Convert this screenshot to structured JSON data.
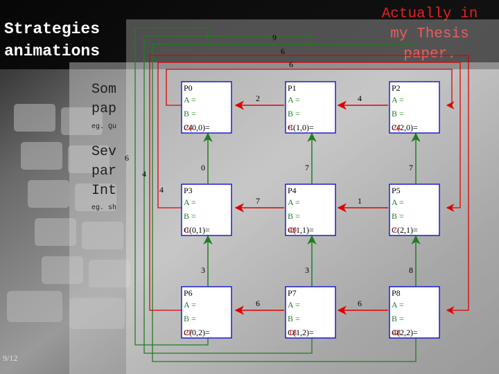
{
  "slide": {
    "title": "Strategies\nanimations",
    "annotation": "Actually in\nmy Thesis\npaper.",
    "bullet1": "Som\npap",
    "eg1": "eg. Qu",
    "bullet2": "Sev\npar\nInt",
    "eg2": "eg. sh",
    "page_number": "9/12"
  },
  "colors": {
    "green": "#1f7d1f",
    "red": "#e00000",
    "blue": "#0000cc",
    "box_fill": "#ffffff",
    "annotation": "#e32020"
  },
  "processors": [
    {
      "id": "P0",
      "a": "A =",
      "b": "B =",
      "c_label": "C(0,0)=",
      "c_value": "24"
    },
    {
      "id": "P1",
      "a": "A =",
      "b": "B =",
      "c_label": "C(1,0)=",
      "c_value": "8"
    },
    {
      "id": "P2",
      "a": "A =",
      "b": "B =",
      "c_label": "C(2,0)=",
      "c_value": "24"
    },
    {
      "id": "P3",
      "a": "A =",
      "b": "B =",
      "c_label": "C(0,1)=",
      "c_value": "0"
    },
    {
      "id": "P4",
      "a": "A =",
      "b": "B =",
      "c_label": "C(1,1)=",
      "c_value": "49"
    },
    {
      "id": "P5",
      "a": "A =",
      "b": "B =",
      "c_label": "C(2,1)=",
      "c_value": "7"
    },
    {
      "id": "P6",
      "a": "A =",
      "b": "B =",
      "c_label": "C(0,2)=",
      "c_value": "27"
    },
    {
      "id": "P7",
      "a": "A =",
      "b": "B =",
      "c_label": "C(1,2)=",
      "c_value": "18"
    },
    {
      "id": "P8",
      "a": "A =",
      "b": "B =",
      "c_label": "C(2,2)=",
      "c_value": "48"
    }
  ],
  "edge_labels": {
    "horizontal": [
      "2",
      "4",
      "7",
      "1",
      "6",
      "6"
    ],
    "vertical": [
      "0",
      "7",
      "7",
      "3",
      "3",
      "8"
    ],
    "wrap": [
      "9",
      "6",
      "6",
      "6",
      "4",
      "4"
    ]
  }
}
